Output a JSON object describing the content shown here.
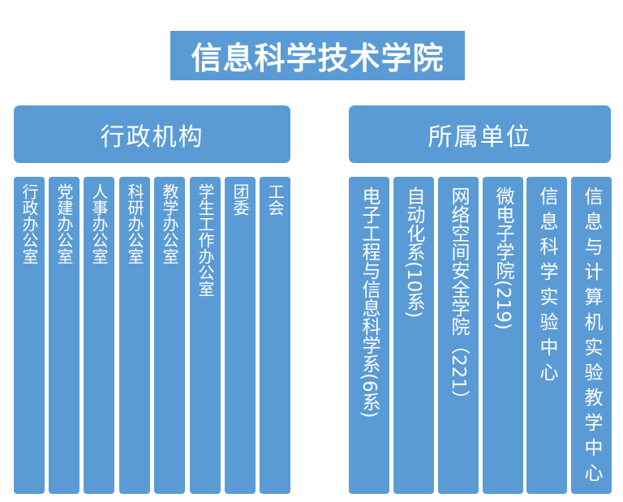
{
  "title": "信息科学技术学院",
  "colors": {
    "box": "#5b9bd5",
    "text": "#ffffff"
  },
  "admin": {
    "header": "行政机构",
    "items": [
      "行政办公室",
      "党建办公室",
      "人事办公室",
      "科研办公室",
      "教学办公室",
      "学生工作办公室",
      "团委",
      "工会"
    ]
  },
  "units": {
    "header": "所属单位",
    "items": [
      "电子工程与信息科学系(6系)",
      "自动化系(10系)",
      "网络空间安全学院（221）",
      "微电子学院(219)",
      "信息科学实验中心",
      "信息与计算机实验教学中心"
    ]
  }
}
